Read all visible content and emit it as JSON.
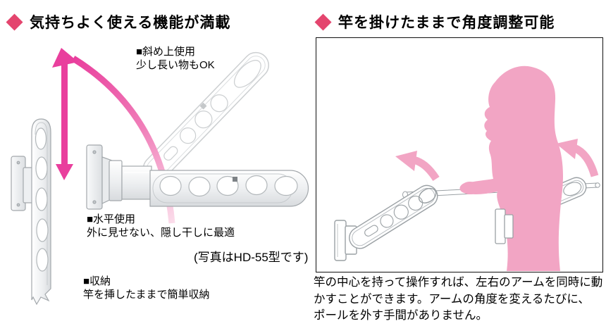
{
  "colors": {
    "accent": "#e4456e",
    "magenta_arrow": "#e93f9d",
    "magenta_mid": "#f07fb9",
    "magenta_faint": "#fbdcea",
    "pink": "#f2a5c4",
    "outline_gray": "#9aa0a4"
  },
  "left_section": {
    "header": "気持ちよく使える機能が満載",
    "diagonal_label": {
      "lines": [
        "■斜め上使用",
        "少し長い物もOK"
      ]
    },
    "horizontal_label": {
      "lines": [
        "■水平使用",
        "外に見せない、隠し干しに最適"
      ]
    },
    "photo_note": "(写真はHD-55型です)",
    "storage_label": {
      "lines": [
        "■収納",
        "竿を挿したままで簡単収納"
      ]
    }
  },
  "right_section": {
    "header": "竿を掛けたままで角度調整可能",
    "description": {
      "lines": [
        "竿の中心を持って操作すれば、左右のアームを同時に動",
        "かすことができます。アームの角度を変えるたびに、",
        "ポールを外す手間がありません。"
      ]
    }
  }
}
